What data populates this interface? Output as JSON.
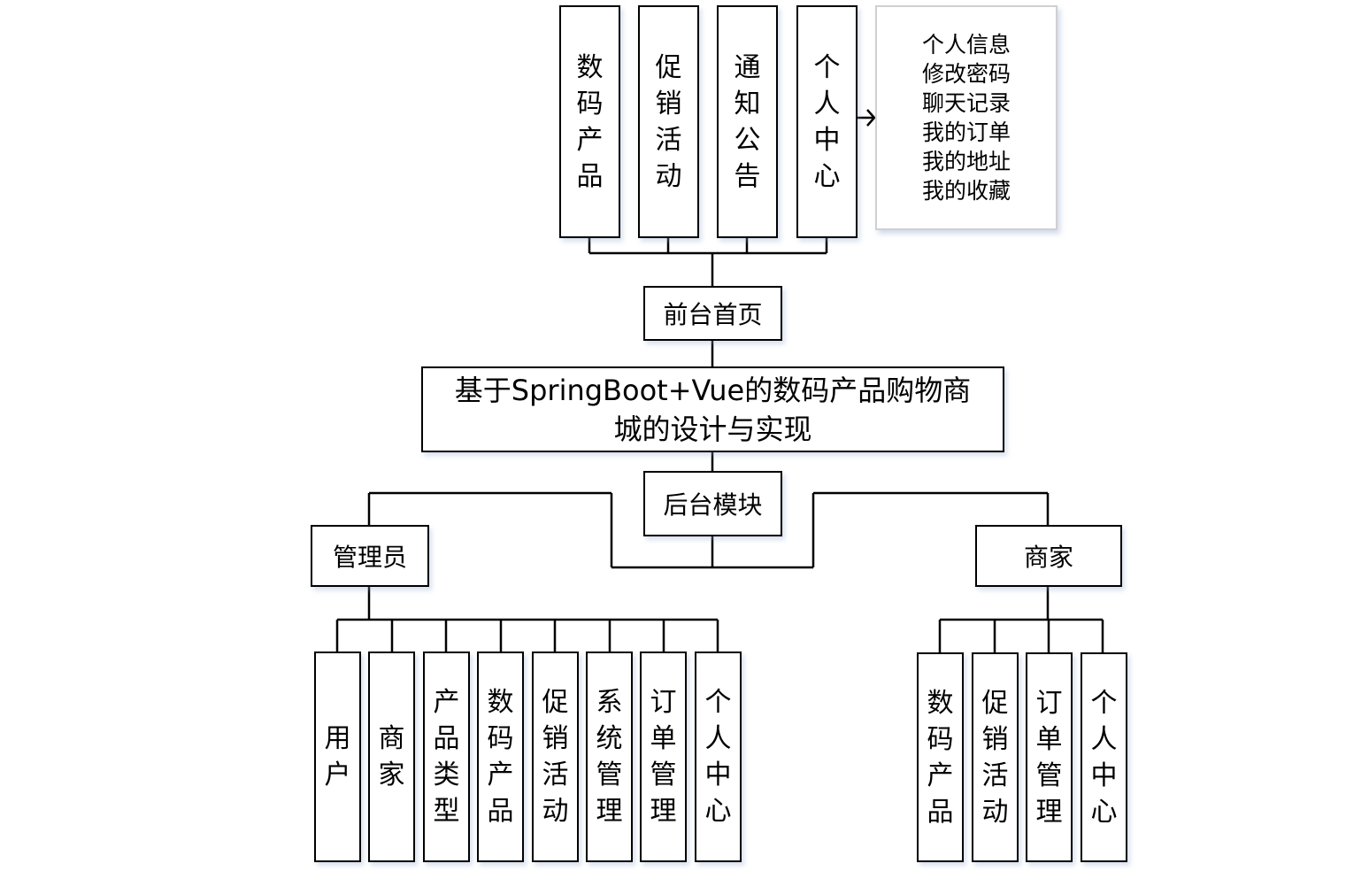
{
  "title": "基于SpringBoot+Vue的数码产品购物商城的设计与实现",
  "title_lines": [
    "基于SpringBoot+Vue的数码产品购物商",
    "城的设计与实现"
  ],
  "frontend": {
    "label": "前台首页",
    "modules": [
      "数码产品",
      "促销活动",
      "通知公告",
      "个人中心"
    ],
    "personal_center_items": [
      "个人信息",
      "修改密码",
      "聊天记录",
      "我的订单",
      "我的地址",
      "我的收藏"
    ]
  },
  "backend": {
    "label": "后台模块",
    "admin": {
      "label": "管理员",
      "modules": [
        "用户",
        "商家",
        "产品类型",
        "数码产品",
        "促销活动",
        "系统管理",
        "订单管理",
        "个人中心"
      ]
    },
    "merchant": {
      "label": "商家",
      "modules": [
        "数码产品",
        "促销活动",
        "订单管理",
        "个人中心"
      ]
    }
  }
}
